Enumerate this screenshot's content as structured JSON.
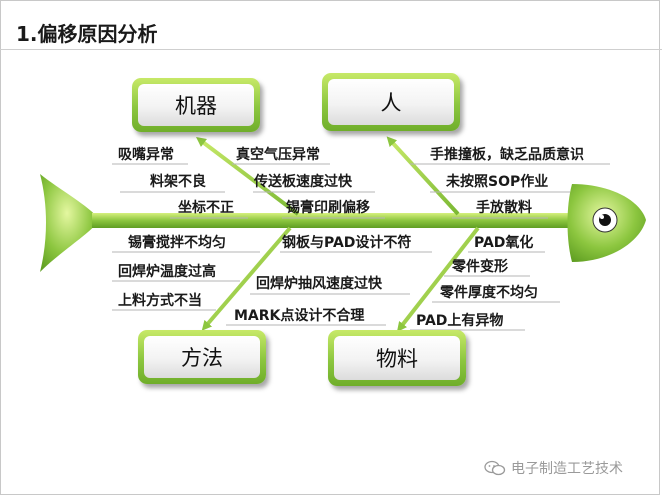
{
  "title": "1.偏移原因分析",
  "categories": {
    "machine": "机器",
    "man": "人",
    "method": "方法",
    "material": "物料"
  },
  "causes": {
    "machine": [
      "吸嘴异常",
      "真空气压异常",
      "料架不良",
      "传送板速度过快",
      "坐标不正",
      "锡膏印刷偏移"
    ],
    "man": [
      "手推撞板，缺乏品质意识",
      "未按照SOP作业",
      "手放散料"
    ],
    "method": [
      "锡膏搅拌不均匀",
      "钢板与PAD设计不符",
      "回焊炉温度过高",
      "回焊炉抽风速度过快",
      "上料方式不当",
      "MARK点设计不合理"
    ],
    "material": [
      "PAD氧化",
      "零件变形",
      "零件厚度不均匀",
      "PAD上有异物"
    ]
  },
  "watermark": "电子制造工艺技术",
  "colors": {
    "green_light": "#c7e968",
    "green_dark": "#6fae2a",
    "spine": "#8cc63f"
  }
}
